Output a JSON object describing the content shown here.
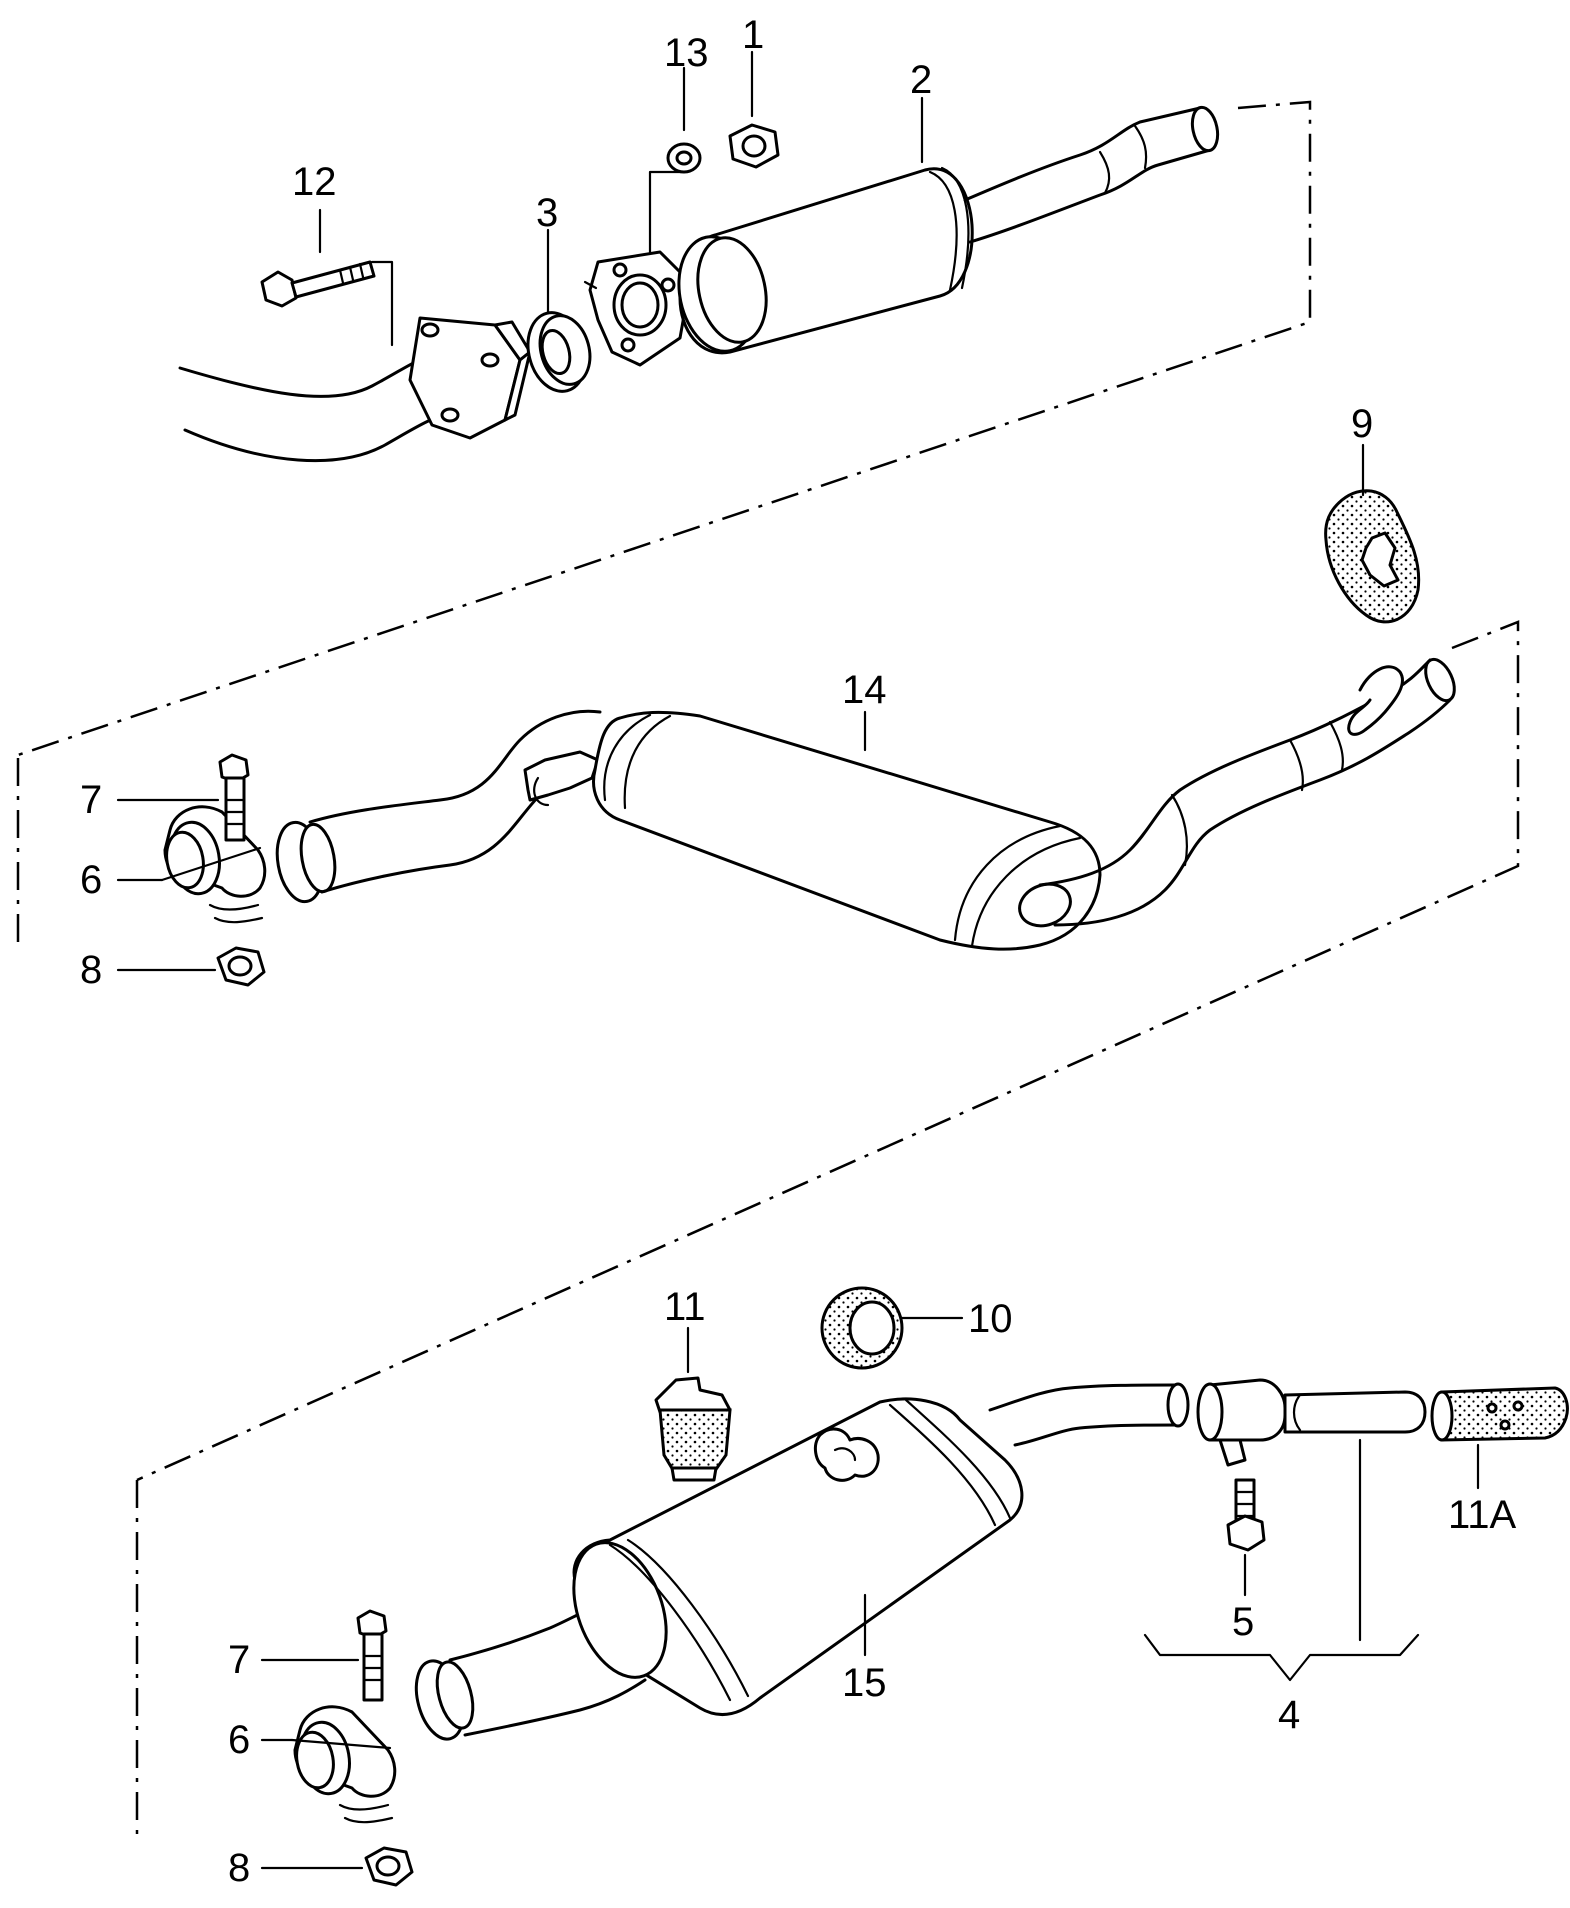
{
  "callouts": {
    "c1": "1",
    "c2": "2",
    "c3": "3",
    "c4": "4",
    "c5": "5",
    "c6_top": "6",
    "c6_bottom": "6",
    "c7_top": "7",
    "c7_bottom": "7",
    "c8_top": "8",
    "c8_bottom": "8",
    "c9": "9",
    "c10": "10",
    "c11": "11",
    "c11a": "11A",
    "c12": "12",
    "c13": "13",
    "c14": "14",
    "c15": "15"
  }
}
